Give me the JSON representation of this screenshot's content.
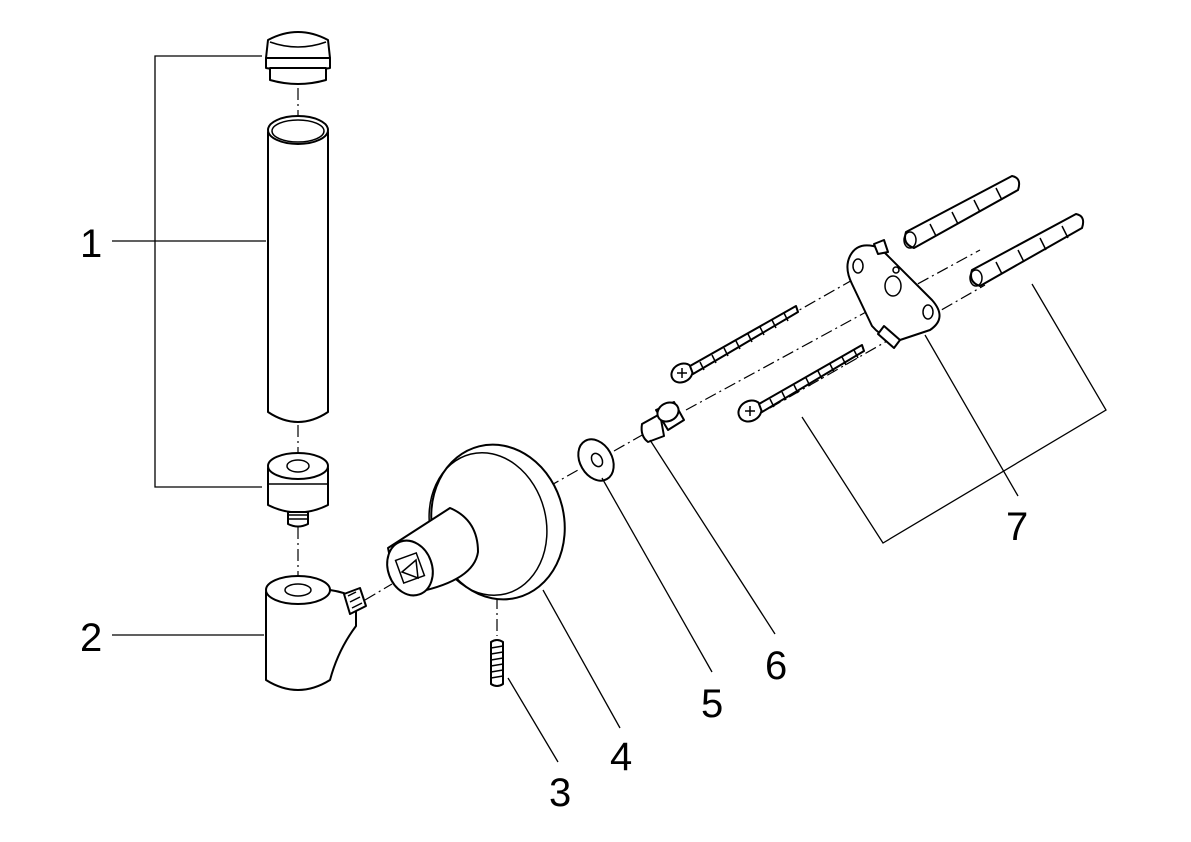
{
  "callouts": [
    {
      "number": "1"
    },
    {
      "number": "2"
    },
    {
      "number": "3"
    },
    {
      "number": "4"
    },
    {
      "number": "5"
    },
    {
      "number": "6"
    },
    {
      "number": "7"
    }
  ]
}
